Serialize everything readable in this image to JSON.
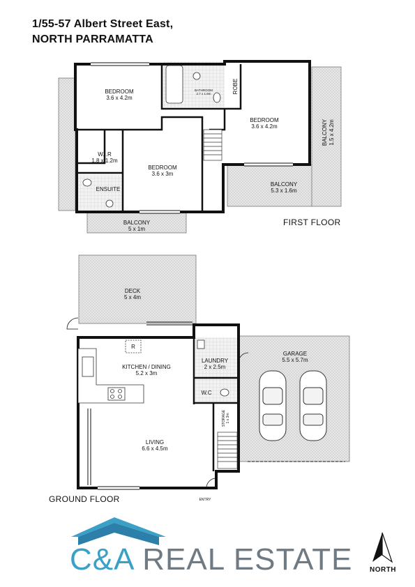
{
  "header": {
    "address_line1": "1/55-57 Albert Street East,",
    "address_line2": "NORTH PARRAMATTA"
  },
  "first_floor": {
    "label": "FIRST FLOOR",
    "rooms": {
      "bedroom_1": {
        "name": "BEDROOM",
        "size": "3.6 x 4.2m"
      },
      "bathroom": {
        "name": "BATHROOM",
        "size": "2.7 x 1.8m"
      },
      "robe": {
        "name": "ROBE"
      },
      "bedroom_2": {
        "name": "BEDROOM",
        "size": "3.6 x 4.2m"
      },
      "wir": {
        "name": "W.I.R",
        "size": "1.8 x 1.2m"
      },
      "bedroom_3": {
        "name": "BEDROOM",
        "size": "3.6 x 3m"
      },
      "ensuite": {
        "name": "ENSUITE"
      },
      "balcony_front": {
        "name": "BALCONY",
        "size": "5 x 1m"
      },
      "balcony_side": {
        "name": "BALCONY",
        "size": "5.3 x 1.6m"
      },
      "balcony_vertical": {
        "name": "BALCONY",
        "size": "1.5 x 4.2m"
      }
    }
  },
  "ground_floor": {
    "label": "GROUND FLOOR",
    "rooms": {
      "deck": {
        "name": "DECK",
        "size": "5 x 4m"
      },
      "kitchen": {
        "name": "KITCHEN / DINING",
        "size": "5.2 x 3m"
      },
      "fridge": {
        "name": "R"
      },
      "laundry": {
        "name": "LAUNDRY",
        "size": "2 x 2.5m"
      },
      "wc": {
        "name": "W.C"
      },
      "storage": {
        "name": "STORAGE",
        "size": "1 x 3m"
      },
      "living": {
        "name": "LIVING",
        "size": "6.6 x 4.5m"
      },
      "garage": {
        "name": "GARAGE",
        "size": "5.5 x 5.7m"
      },
      "entry": {
        "name": "ENTRY"
      }
    }
  },
  "brand": {
    "logo_letters": "C&A",
    "logo_words": "REAL ESTATE",
    "logo_icon": "roof-icon",
    "primary_color": "#3aa0c8",
    "secondary_color": "#6f7a82"
  },
  "compass": {
    "label": "NORTH",
    "icon": "north-arrow-icon"
  }
}
